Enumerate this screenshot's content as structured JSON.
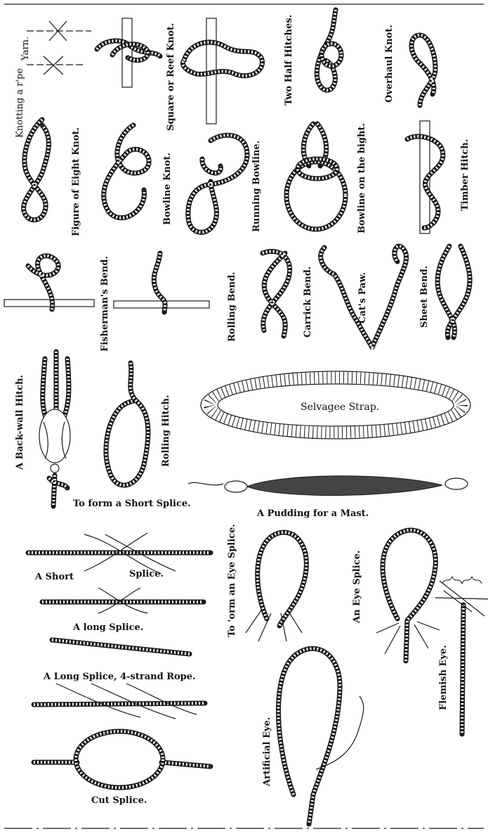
{
  "plate": {
    "title": "",
    "ink_color": "#1a1a1a",
    "paper_color": "#ffffff"
  },
  "labels": {
    "yarn": "Yarn.",
    "knotting_a_rope": "Knotting a r'pe",
    "square_reef_knot": "Square or Reef Knot.",
    "two_half_hitches": "Two Half Hitches.",
    "overhand_knot": "Overhaul Knot.",
    "figure_eight_knot": "Figure of Eight Knot.",
    "bowline_knot": "Bowline Knot.",
    "running_bowline": "Running Bowline.",
    "bowline_on_bight": "Bowline on the bight.",
    "timber_hitch": "Timber Hitch.",
    "fishermans_bend": "Fisherman's Bend.",
    "rolling_bend": "Rolling Bend.",
    "carrick_bend": "Carrick Bend.",
    "cats_paw": "Cat's Paw.",
    "sheet_bend": "Sheet Bend.",
    "back_wall_hitch": "A Back-wall Hitch.",
    "rolling_hitch": "Rolling Hitch.",
    "selvagee_strap": "Selvagee Strap.",
    "to_form_short_splice": "To form a Short Splice.",
    "pudding_for_mast": "A Pudding for a Mast.",
    "a_short": "A Short",
    "splice": "Splice.",
    "a_long_splice": "A long Splice.",
    "long_splice_4_strand": "A Long Splice, 4-strand Rope.",
    "cut_splice": "Cut Splice.",
    "to_form_eye_splice": "To 'orm an Eye Splice.",
    "an_eye_splice": "An Eye Splice.",
    "artificial_eye": "Artificial Eye.",
    "flemish_eye": "Flemish Eye."
  }
}
